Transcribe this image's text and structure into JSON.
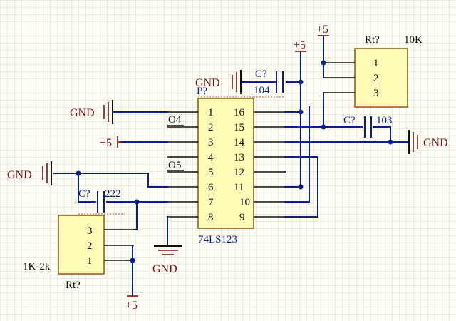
{
  "ic": {
    "designator": "P?",
    "part": "74LS123",
    "left_pins": [
      "1",
      "2",
      "3",
      "4",
      "5",
      "6",
      "7",
      "8"
    ],
    "right_pins": [
      "16",
      "15",
      "14",
      "13",
      "12",
      "11",
      "10",
      "9"
    ],
    "net_o4": "O4",
    "net_o5": "O5"
  },
  "rt_top": {
    "designator": "Rt?",
    "value": "10K",
    "pins": [
      "1",
      "2",
      "3"
    ]
  },
  "rt_bottom": {
    "designator": "Rt?",
    "value": "1K-2k",
    "pins": [
      "3",
      "2",
      "1"
    ]
  },
  "caps": {
    "c1": {
      "designator": "C?",
      "value": "104"
    },
    "c2": {
      "designator": "C?",
      "value": "103"
    },
    "c3": {
      "designator": "C?",
      "value": "222"
    }
  },
  "power": {
    "gnd": "GND",
    "vcc": "+5"
  },
  "colors": {
    "wire": "#0b1f8a",
    "power_label": "#7a1010",
    "chip_fill": "#fffcb8"
  }
}
